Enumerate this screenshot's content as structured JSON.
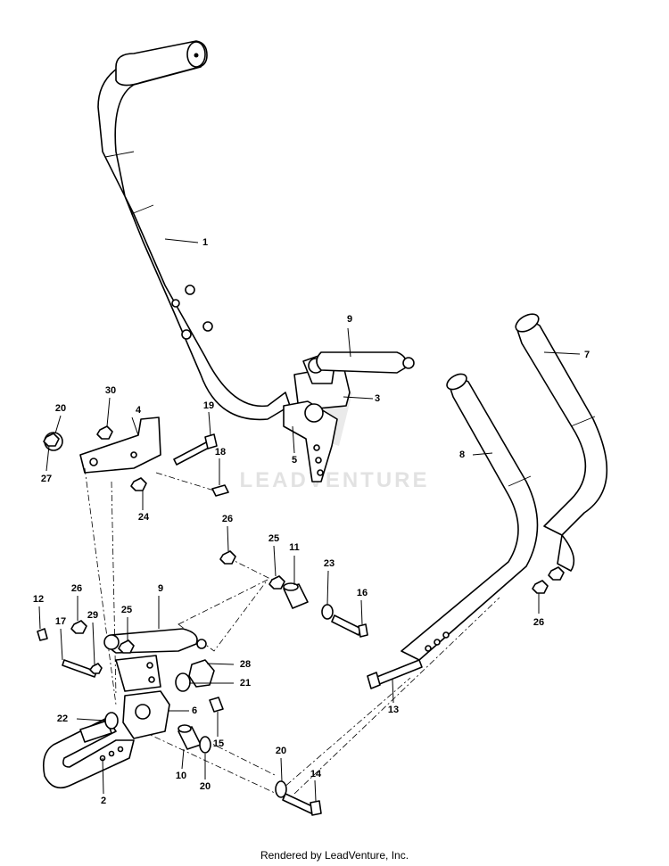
{
  "watermark": "LEADVENTURE",
  "footer": "Rendered by LeadVenture, Inc.",
  "callouts": {
    "c1": "1",
    "c2": "2",
    "c3": "3",
    "c4": "4",
    "c5": "5",
    "c6": "6",
    "c7": "7",
    "c8": "8",
    "c9a": "9",
    "c9b": "9",
    "c10": "10",
    "c11": "11",
    "c12": "12",
    "c13": "13",
    "c14": "14",
    "c15": "15",
    "c16": "16",
    "c17": "17",
    "c18": "18",
    "c19": "19",
    "c20a": "20",
    "c20b": "20",
    "c20c": "20",
    "c21": "21",
    "c22": "22",
    "c23": "23",
    "c24": "24",
    "c25a": "25",
    "c25b": "25",
    "c26a": "26",
    "c26b": "26",
    "c26c": "26",
    "c27": "27",
    "c28": "28",
    "c29": "29",
    "c30": "30"
  }
}
